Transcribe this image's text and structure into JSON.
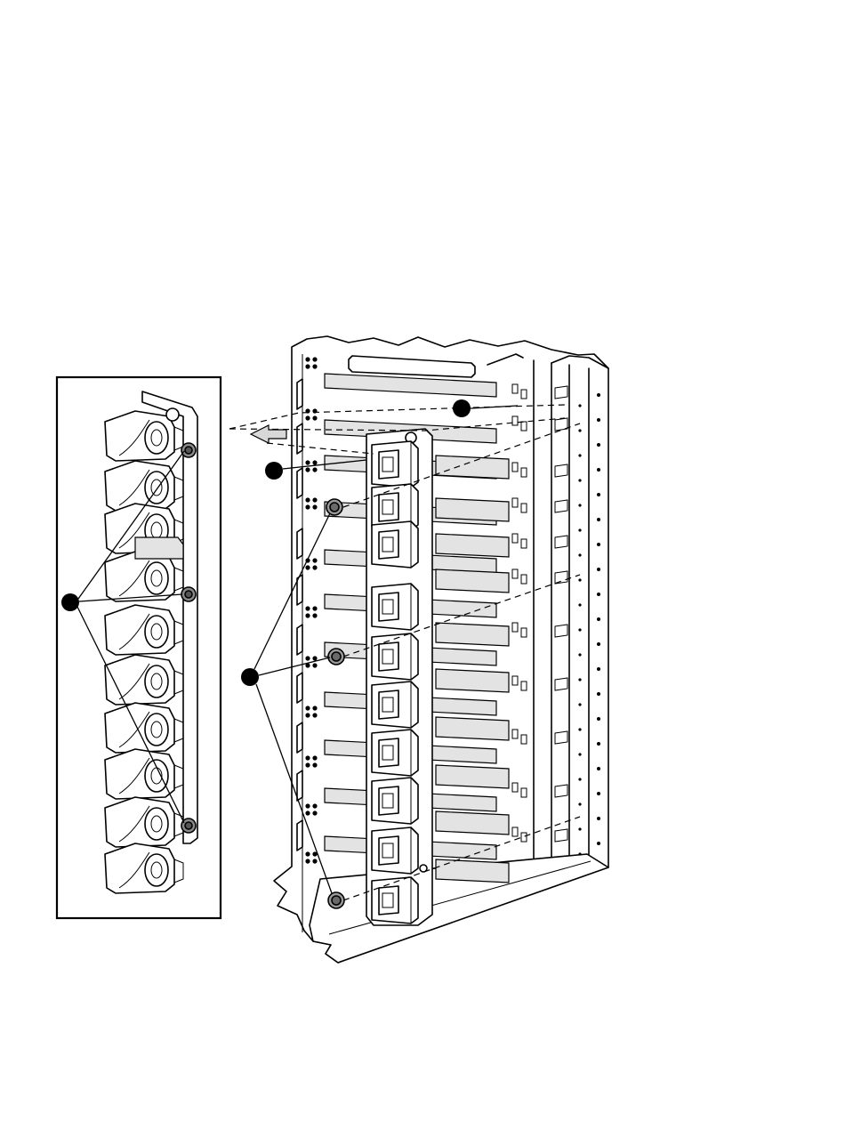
{
  "figure": {
    "background": "#ffffff",
    "line_color": "#000000",
    "panel_fill": "#e3e3e3"
  },
  "callouts": [
    {
      "id": "callout-1",
      "label": ""
    },
    {
      "id": "callout-2",
      "label": ""
    },
    {
      "id": "callout-3",
      "label": ""
    },
    {
      "id": "callout-4",
      "label": ""
    }
  ],
  "icons": {
    "arrow": "direction-arrow-icon",
    "screw": "thumbscrew-icon"
  }
}
